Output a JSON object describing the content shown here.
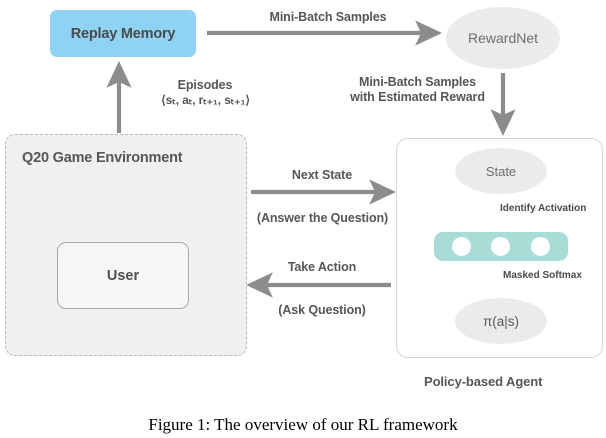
{
  "figure": {
    "caption": "Figure 1: The overview of our RL framework"
  },
  "nodes": {
    "replay_memory": {
      "label": "Replay Memory",
      "color": "#8fd3f4"
    },
    "q20_environment": {
      "label": "Q20 Game Environment",
      "color": "#f0f0f0"
    },
    "user": {
      "label": "User",
      "color": "#f6f6f6"
    },
    "rewardnet": {
      "label": "RewardNet",
      "color": "#ececec"
    },
    "state": {
      "label": "State",
      "color": "#ececec"
    },
    "hidden_layer": {
      "nodes": 3,
      "color": "#a8dcd6"
    },
    "policy": {
      "label": "π(a|s)",
      "color": "#ececec"
    },
    "agent": {
      "label": "Policy-based Agent"
    }
  },
  "edges": {
    "episodes": {
      "label": "Episodes",
      "tuple_prefix": "⟨s",
      "tuple": "⟨sₜ, aₜ, rₜ₊₁, sₜ₊₁⟩"
    },
    "minibatch_samples": {
      "label": "Mini-Batch Samples"
    },
    "minibatch_with_reward": {
      "line1": "Mini-Batch Samples",
      "line2": "with Estimated Reward"
    },
    "next_state": {
      "label": "Next State",
      "sub": "(Answer the Question)"
    },
    "take_action": {
      "label": "Take Action",
      "sub": "(Ask Question)"
    },
    "identify_activation": {
      "label": "Identify Activation"
    },
    "masked_softmax": {
      "label": "Masked Softmax"
    }
  },
  "colors": {
    "arrow_gray": "#8c8c8c",
    "text_gray": "#565656",
    "accent_blue": "#8fd3f4",
    "accent_teal": "#a8dcd6"
  }
}
